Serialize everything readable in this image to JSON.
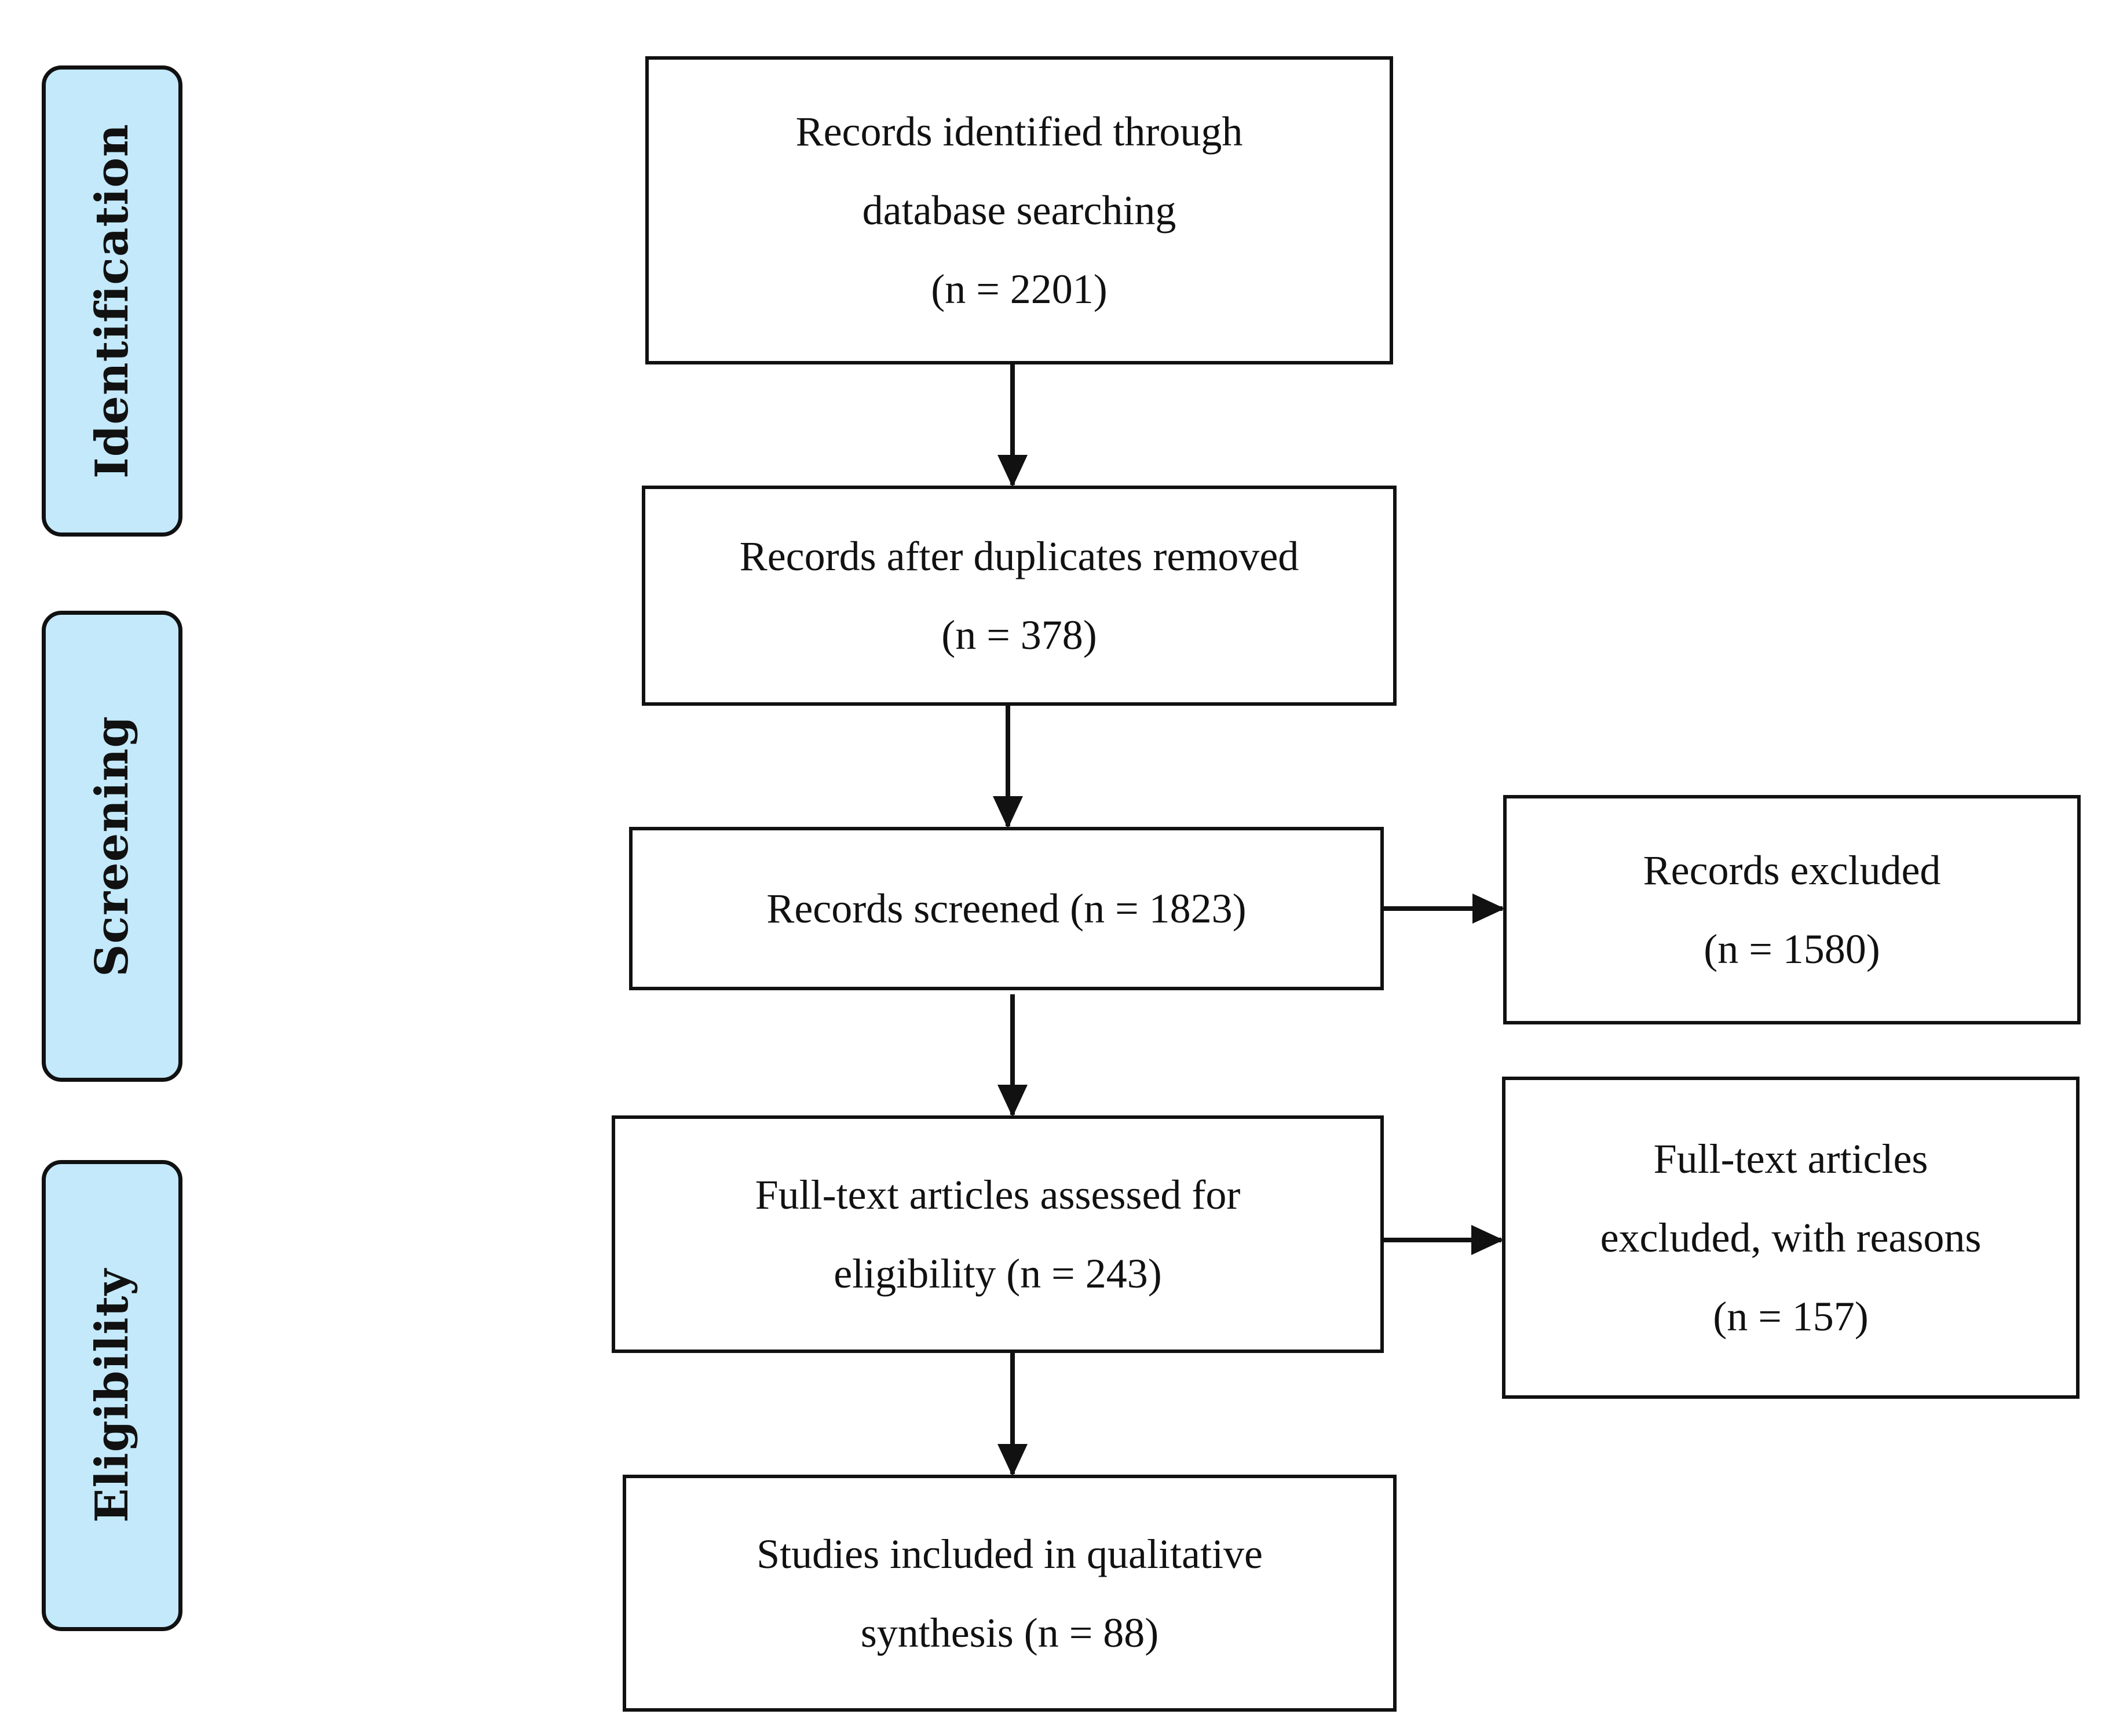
{
  "phases": {
    "identification": "Identification",
    "screening": "Screening",
    "eligibility": "Eligibility"
  },
  "boxes": {
    "identified": {
      "line1": "Records identified through",
      "line2": "database searching",
      "line3": "(n = 2201)"
    },
    "duplicates_removed": {
      "line1": "Records after duplicates removed",
      "line2": "(n = 378)"
    },
    "screened": {
      "line1": "Records screened (n = 1823)"
    },
    "excluded": {
      "line1": "Records excluded",
      "line2": "(n = 1580)"
    },
    "fulltext_assessed": {
      "line1": "Full-text articles assessed for",
      "line2": "eligibility (n = 243)"
    },
    "fulltext_excluded": {
      "line1": "Full-text articles",
      "line2": "excluded, with reasons",
      "line3": "(n = 157)"
    },
    "included": {
      "line1": "Studies included in qualitative",
      "line2": "synthesis (n = 88)"
    }
  },
  "colors": {
    "phase_fill": "#c3e9fb",
    "stroke": "#111111",
    "box_fill": "#ffffff"
  }
}
